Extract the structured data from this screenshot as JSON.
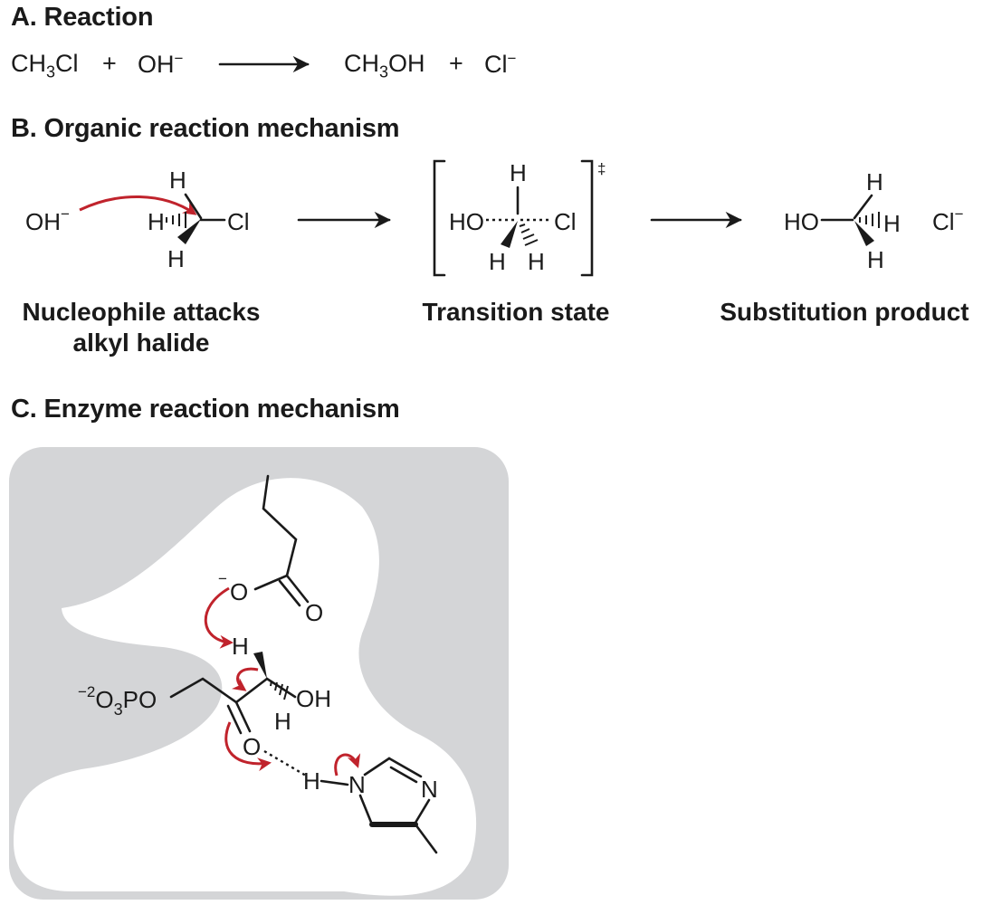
{
  "section_a": {
    "heading": "A. Reaction",
    "reactant1": {
      "main": "CH",
      "sub": "3",
      "tail": "Cl"
    },
    "reactant2": {
      "main": "OH",
      "sup": "−"
    },
    "product1": {
      "main": "CH",
      "sub": "3",
      "tail": "OH"
    },
    "product2": {
      "main": "Cl",
      "sup": "−"
    },
    "plus": "+"
  },
  "section_b": {
    "heading": "B. Organic reaction mechanism",
    "nucleophile": {
      "main": "OH",
      "sup": "−"
    },
    "substrate": {
      "h_top": "H",
      "h_left": "H",
      "h_bottom": "H",
      "cl": "Cl"
    },
    "transition_state": {
      "ho": "HO",
      "cl": "Cl",
      "h_top": "H",
      "h_bl": "H",
      "h_br": "H",
      "dagger": "‡"
    },
    "product": {
      "ho": "HO",
      "h_top": "H",
      "h_right": "H",
      "h_bottom": "H",
      "chloride": "Cl",
      "chloride_sup": "−"
    },
    "captions": {
      "step1_line1": "Nucleophile attacks",
      "step1_line2": "alkyl halide",
      "step2": "Transition state",
      "step3": "Substitution product"
    }
  },
  "section_c": {
    "heading": "C. Enzyme reaction mechanism",
    "carboxylate_charge": "−",
    "carboxylate_o": "O",
    "carbonyl_o_top": "O",
    "proton_h": "H",
    "phosphate": {
      "charge": "−2",
      "o": "O",
      "sub": "3",
      "po": "PO"
    },
    "hydroxyl": "OH",
    "h_lower": "H",
    "ketone_o": "O",
    "his_h": "H",
    "his_n1": "N",
    "his_n2": "N",
    "colors": {
      "arrow": "#c0232c",
      "pocket": "#d4d5d7"
    }
  }
}
